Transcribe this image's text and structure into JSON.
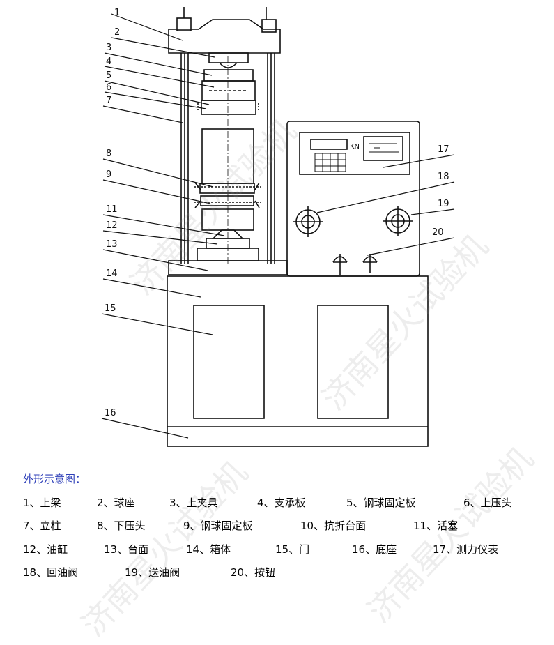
{
  "figure": {
    "display_label": "KN",
    "callouts": [
      "1",
      "2",
      "3",
      "4",
      "5",
      "6",
      "7",
      "8",
      "9",
      "11",
      "12",
      "13",
      "14",
      "15",
      "16",
      "17",
      "18",
      "19",
      "20"
    ]
  },
  "caption": "外形示意图：",
  "legend_rows": [
    [
      "1、上梁",
      "2、球座",
      "3、上夹具",
      "4、支承板",
      "5、钢球固定板",
      "6、上压头"
    ],
    [
      "7、立柱",
      "8、下压头",
      "9、钢球固定板",
      "10、抗折台面",
      "11、活塞"
    ],
    [
      "12、油缸",
      "13、台面",
      "14、箱体",
      "15、门",
      "16、底座",
      "17、测力仪表"
    ],
    [
      "18、回油阀",
      "19、送油阀",
      "20、按钮"
    ]
  ],
  "watermark": "济南星火试验机"
}
